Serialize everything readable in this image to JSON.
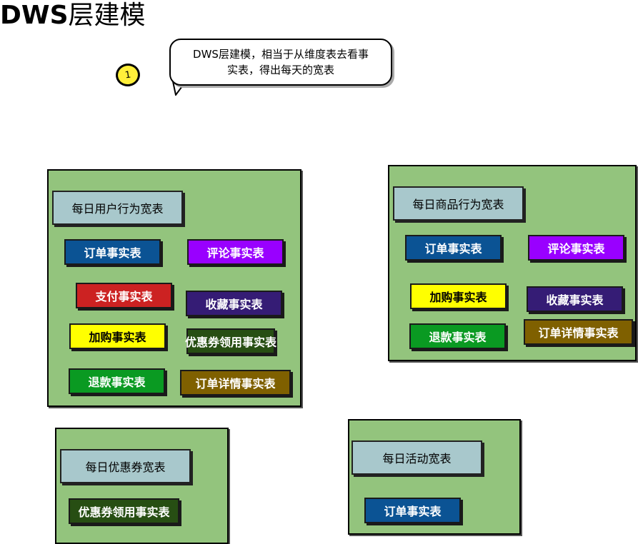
{
  "title": {
    "latin": "DWS",
    "cjk": "层建模"
  },
  "note": {
    "badge": "1",
    "text_line1": "DWS层建模，相当于从维度表去看事",
    "text_line2": "实表，得出每天的宽表"
  },
  "colors": {
    "group_fill": "#93c47d",
    "header_fill": "#a8c8cc",
    "blue": "#0b5394",
    "purple": "#9900ff",
    "red": "#cc2222",
    "dark_purple": "#351c75",
    "yellow": "#ffff00",
    "dark_green": "#274e13",
    "green": "#0a9a22",
    "brown": "#7f6000"
  },
  "groups": [
    {
      "name": "group-daily-user",
      "title": "每日用户行为宽表",
      "facts": [
        {
          "label": "订单事实表",
          "color": "blue"
        },
        {
          "label": "评论事实表",
          "color": "purple"
        },
        {
          "label": "支付事实表",
          "color": "red"
        },
        {
          "label": "收藏事实表",
          "color": "dark_purple"
        },
        {
          "label": "加购事实表",
          "color": "yellow"
        },
        {
          "label": "优惠券领用事实表",
          "color": "dark_green"
        },
        {
          "label": "退款事实表",
          "color": "green"
        },
        {
          "label": "订单详情事实表",
          "color": "brown"
        }
      ]
    },
    {
      "name": "group-daily-product",
      "title": "每日商品行为宽表",
      "facts": [
        {
          "label": "订单事实表",
          "color": "blue"
        },
        {
          "label": "评论事实表",
          "color": "purple"
        },
        {
          "label": "加购事实表",
          "color": "yellow"
        },
        {
          "label": "收藏事实表",
          "color": "dark_purple"
        },
        {
          "label": "退款事实表",
          "color": "green"
        },
        {
          "label": "订单详情事实表",
          "color": "brown"
        }
      ]
    },
    {
      "name": "group-daily-coupon",
      "title": "每日优惠券宽表",
      "facts": [
        {
          "label": "优惠券领用事实表",
          "color": "dark_green"
        }
      ]
    },
    {
      "name": "group-daily-activity",
      "title": "每日活动宽表",
      "facts": [
        {
          "label": "订单事实表",
          "color": "blue"
        }
      ]
    }
  ]
}
